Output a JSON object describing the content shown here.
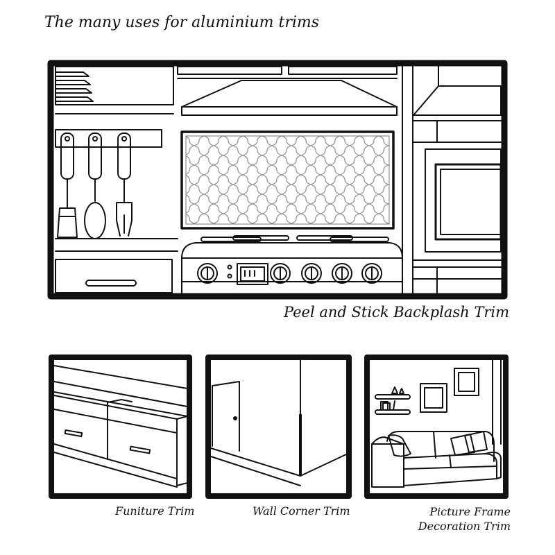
{
  "title": "The many uses for aluminium trims",
  "main_panel": {
    "caption": "Peel and Stick Backplash Trim"
  },
  "panels": [
    {
      "caption": "Funiture Trim"
    },
    {
      "caption": "Wall Corner Trim"
    },
    {
      "caption_line1": "Picture Frame",
      "caption_line2": "Decoration Trim"
    }
  ],
  "colors": {
    "line": "#111111",
    "background": "#ffffff"
  }
}
